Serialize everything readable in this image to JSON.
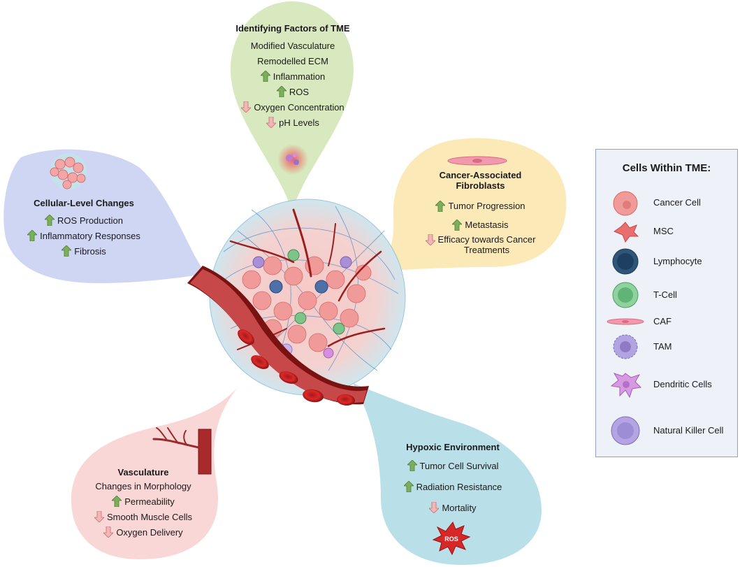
{
  "colors": {
    "top": "#d8e8bf",
    "left": "#cfd6f3",
    "right": "#fbe9b8",
    "bottom_left": "#f9d7d6",
    "bottom_right": "#b9dfe8",
    "up_arrow": "#7cae5c",
    "down_arrow": "#f3b6b6",
    "legend_border": "#8fa3c4",
    "vessel": "#8b1c1c",
    "cancer_cell": "#f19a9a"
  },
  "panels": {
    "top": {
      "title": "Identifying Factors of TME",
      "items": [
        {
          "text": "Modified Vasculature",
          "arrow": "none"
        },
        {
          "text": "Remodelled ECM",
          "arrow": "none"
        },
        {
          "text": "Inflammation",
          "arrow": "up"
        },
        {
          "text": "ROS",
          "arrow": "up"
        },
        {
          "text": "Oxygen Concentration",
          "arrow": "down"
        },
        {
          "text": "pH Levels",
          "arrow": "down"
        }
      ]
    },
    "left": {
      "title": "Cellular-Level Changes",
      "items": [
        {
          "text": "ROS Production",
          "arrow": "up"
        },
        {
          "text": "Inflammatory Responses",
          "arrow": "up"
        },
        {
          "text": "Fibrosis",
          "arrow": "up"
        }
      ]
    },
    "right": {
      "title": "Cancer-Associated Fibroblasts",
      "items": [
        {
          "text": "Tumor Progression",
          "arrow": "up"
        },
        {
          "text": "Metastasis",
          "arrow": "up"
        },
        {
          "text": "Efficacy towards Cancer Treatments",
          "arrow": "down"
        }
      ]
    },
    "bottom_left": {
      "title": "Vasculature",
      "items": [
        {
          "text": "Changes in Morphology",
          "arrow": "none"
        },
        {
          "text": "Permeability",
          "arrow": "up"
        },
        {
          "text": "Smooth Muscle Cells",
          "arrow": "down"
        },
        {
          "text": "Oxygen Delivery",
          "arrow": "down"
        }
      ]
    },
    "bottom_right": {
      "title": "Hypoxic Environment",
      "items": [
        {
          "text": "Tumor Cell Survival",
          "arrow": "up"
        },
        {
          "text": "Radiation Resistance",
          "arrow": "up"
        },
        {
          "text": "Mortality",
          "arrow": "down"
        }
      ],
      "badge": "ROS"
    }
  },
  "legend": {
    "title": "Cells Within TME:",
    "items": [
      {
        "label": "Cancer Cell",
        "icon": "cancer-cell-icon"
      },
      {
        "label": "MSC",
        "icon": "msc-icon"
      },
      {
        "label": "Lymphocyte",
        "icon": "lymphocyte-icon"
      },
      {
        "label": "T-Cell",
        "icon": "t-cell-icon"
      },
      {
        "label": "CAF",
        "icon": "caf-icon"
      },
      {
        "label": "TAM",
        "icon": "tam-icon"
      },
      {
        "label": "Dendritic Cells",
        "icon": "dendritic-cell-icon"
      },
      {
        "label": "Natural Killer Cell",
        "icon": "nk-cell-icon"
      }
    ]
  }
}
